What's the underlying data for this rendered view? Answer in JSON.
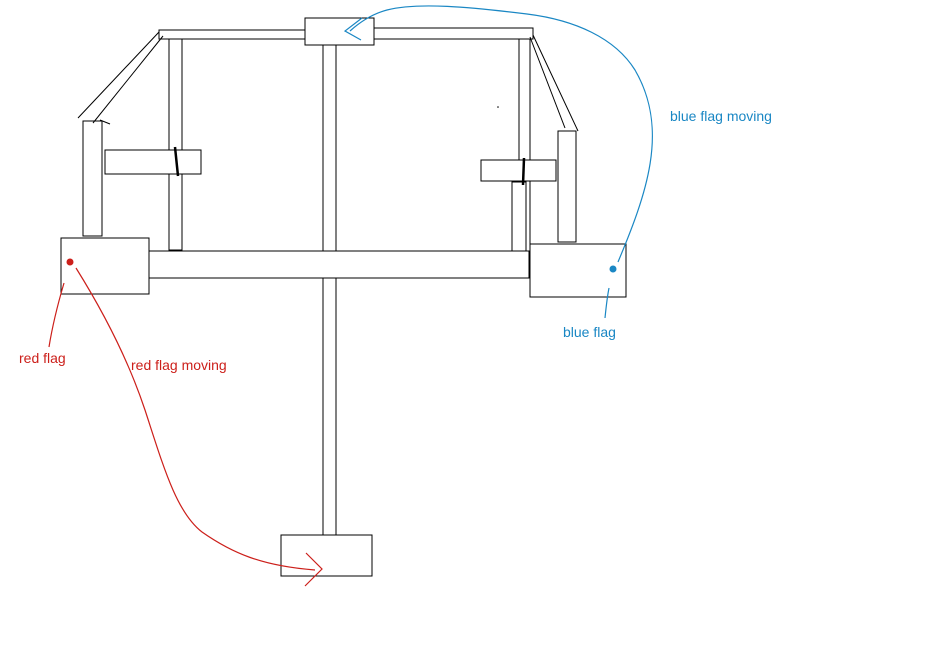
{
  "labels": {
    "red_flag": "red flag",
    "red_flag_moving": "red flag moving",
    "blue_flag": "blue flag",
    "blue_flag_moving": "blue flag moving"
  },
  "colors": {
    "red": "#cc1f1a",
    "blue": "#1a87c4",
    "outline": "#000000",
    "background": "#ffffff"
  }
}
